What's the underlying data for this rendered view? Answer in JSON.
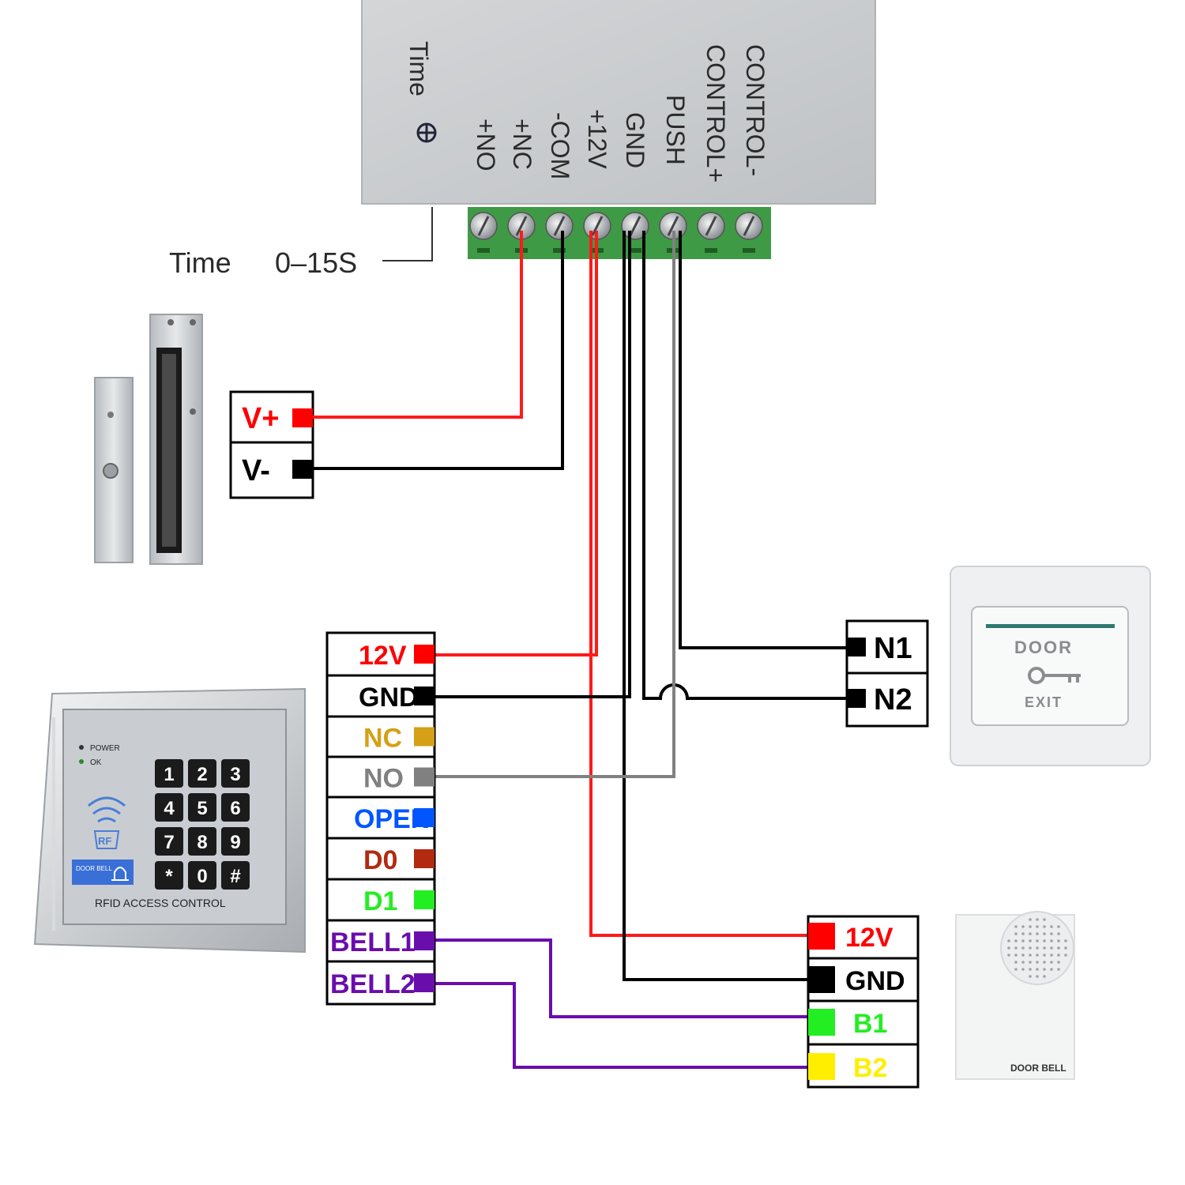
{
  "power_supply": {
    "terminals": [
      "+NO",
      "+NC",
      "-COM",
      "+12V",
      "GND",
      "PUSH",
      "CONTROL+",
      "CONTROL-"
    ],
    "time_label": "Time",
    "time_range_label": "Time",
    "time_range_value": "0–15S"
  },
  "magnetic_lock": {
    "pins": [
      {
        "label": "V+",
        "color": "#ff0000"
      },
      {
        "label": "V-",
        "color": "#000000"
      }
    ]
  },
  "keypad_controller": {
    "indicators": [
      "POWER",
      "OK"
    ],
    "keys": [
      "1",
      "2",
      "3",
      "4",
      "5",
      "6",
      "7",
      "8",
      "9",
      "*",
      "0",
      "#"
    ],
    "rf_label": "RF",
    "door_bell_label": "DOOR BELL",
    "device_label": "RFID ACCESS CONTROL",
    "pins": [
      {
        "label": "12V",
        "color": "#ff0000",
        "text_color": "#ff0000"
      },
      {
        "label": "GND",
        "color": "#000000",
        "text_color": "#000000"
      },
      {
        "label": "NC",
        "color": "#d4a017",
        "text_color": "#d4a017"
      },
      {
        "label": "NO",
        "color": "#808080",
        "text_color": "#808080"
      },
      {
        "label": "OPEN",
        "color": "#0055ff",
        "text_color": "#0055ff"
      },
      {
        "label": "D0",
        "color": "#b22a10",
        "text_color": "#b22a10"
      },
      {
        "label": "D1",
        "color": "#22ee22",
        "text_color": "#22ee22"
      },
      {
        "label": "BELL1",
        "color": "#6a0dad",
        "text_color": "#6a0dad"
      },
      {
        "label": "BELL2",
        "color": "#6a0dad",
        "text_color": "#6a0dad"
      }
    ]
  },
  "exit_button": {
    "pins": [
      {
        "label": "N1",
        "color": "#000000"
      },
      {
        "label": "N2",
        "color": "#000000"
      }
    ],
    "top_text": "DOOR",
    "bottom_text": "EXIT"
  },
  "door_bell": {
    "pins": [
      {
        "label": "12V",
        "color": "#ff0000",
        "text_color": "#ff0000"
      },
      {
        "label": "GND",
        "color": "#000000",
        "text_color": "#000000"
      },
      {
        "label": "B1",
        "color": "#22ee22",
        "text_color": "#22ee22"
      },
      {
        "label": "B2",
        "color": "#ffee00",
        "text_color": "#ffee00"
      }
    ],
    "device_label": "DOOR BELL"
  },
  "wire_colors": {
    "red": "#ff1a1a",
    "black": "#000000",
    "gray": "#808080",
    "purple": "#6a0dad"
  }
}
